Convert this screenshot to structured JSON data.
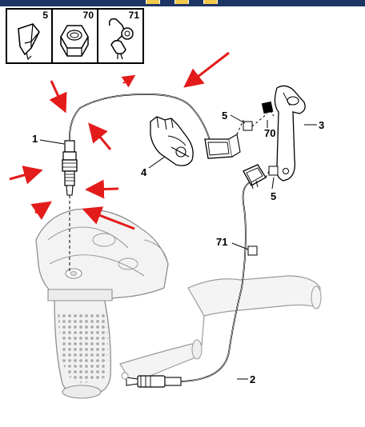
{
  "legend": {
    "items": [
      {
        "number": "5",
        "icon": "clip-icon"
      },
      {
        "number": "70",
        "icon": "nut-icon"
      },
      {
        "number": "71",
        "icon": "cable-clip-icon"
      }
    ]
  },
  "callouts": {
    "c1": "1",
    "c2": "2",
    "c3": "3",
    "c4": "4",
    "c5a": "5",
    "c5b": "5",
    "c70": "70",
    "c71": "71"
  },
  "colors": {
    "arrow": "#e41b1b",
    "header": "#1c3563",
    "ink": "#000000",
    "part_gray": "#9a9a9a"
  }
}
